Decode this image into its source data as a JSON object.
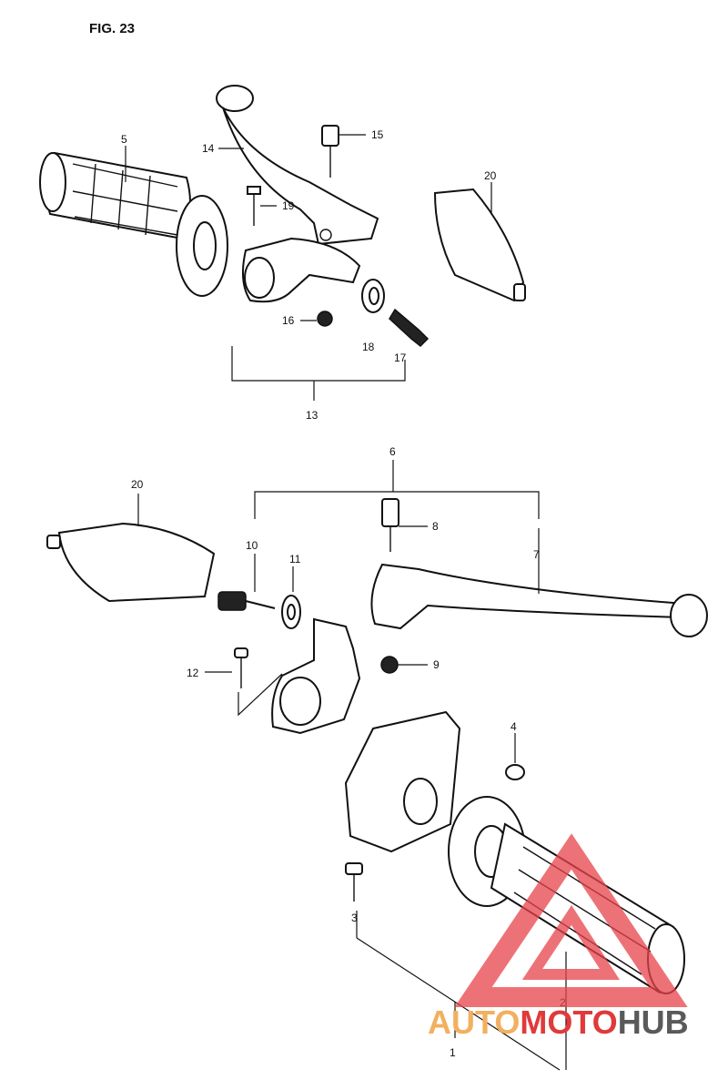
{
  "figure": {
    "title": "FIG. 23"
  },
  "callouts": {
    "c1": "1",
    "c2": "2",
    "c3": "3",
    "c4": "4",
    "c5": "5",
    "c6": "6",
    "c7": "7",
    "c8": "8",
    "c9": "9",
    "c10": "10",
    "c11": "11",
    "c12": "12",
    "c13": "13",
    "c14": "14",
    "c15": "15",
    "c16": "16",
    "c17": "17",
    "c18": "18",
    "c19": "19",
    "c20a": "20",
    "c20b": "20"
  },
  "watermark": {
    "part1": "AUTO",
    "part2": "MOTO",
    "part3": "HUB",
    "colors": {
      "auto": "#f2b060",
      "moto": "#e03a3a",
      "hub": "#5a5a5a",
      "triangle": "#e8434a"
    }
  }
}
